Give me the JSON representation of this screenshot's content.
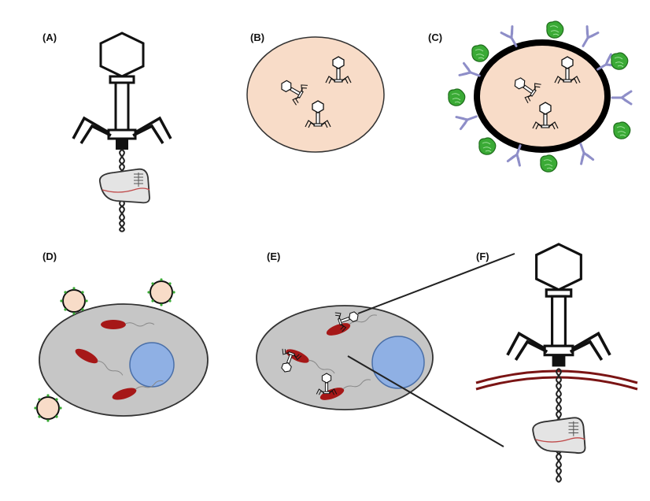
{
  "panels": [
    {
      "label": "(A)"
    },
    {
      "label": "(B)"
    },
    {
      "label": "(C)"
    },
    {
      "label": "(D)"
    },
    {
      "label": "(E)"
    },
    {
      "label": "(F)"
    }
  ],
  "colors": {
    "phage_outline": "#111111",
    "vesicle_fill": "#f8dcc8",
    "membrane_black": "#000000",
    "antibody": "#8e8ec8",
    "protein_green": "#3aaa35",
    "host_cell_fill": "#c6c6c6",
    "nucleus_fill": "#8fb0e4",
    "bacteria_red": "#a61818",
    "bacterial_membrane": "#7a1414",
    "ribosome_fill": "#e4e4e4"
  },
  "icons": [
    "bacteriophage-icon",
    "ribosome-icon",
    "dna-helix-icon",
    "antibody-icon",
    "protein-icon",
    "bacterium-icon",
    "nucleus-icon",
    "vesicle-icon"
  ]
}
